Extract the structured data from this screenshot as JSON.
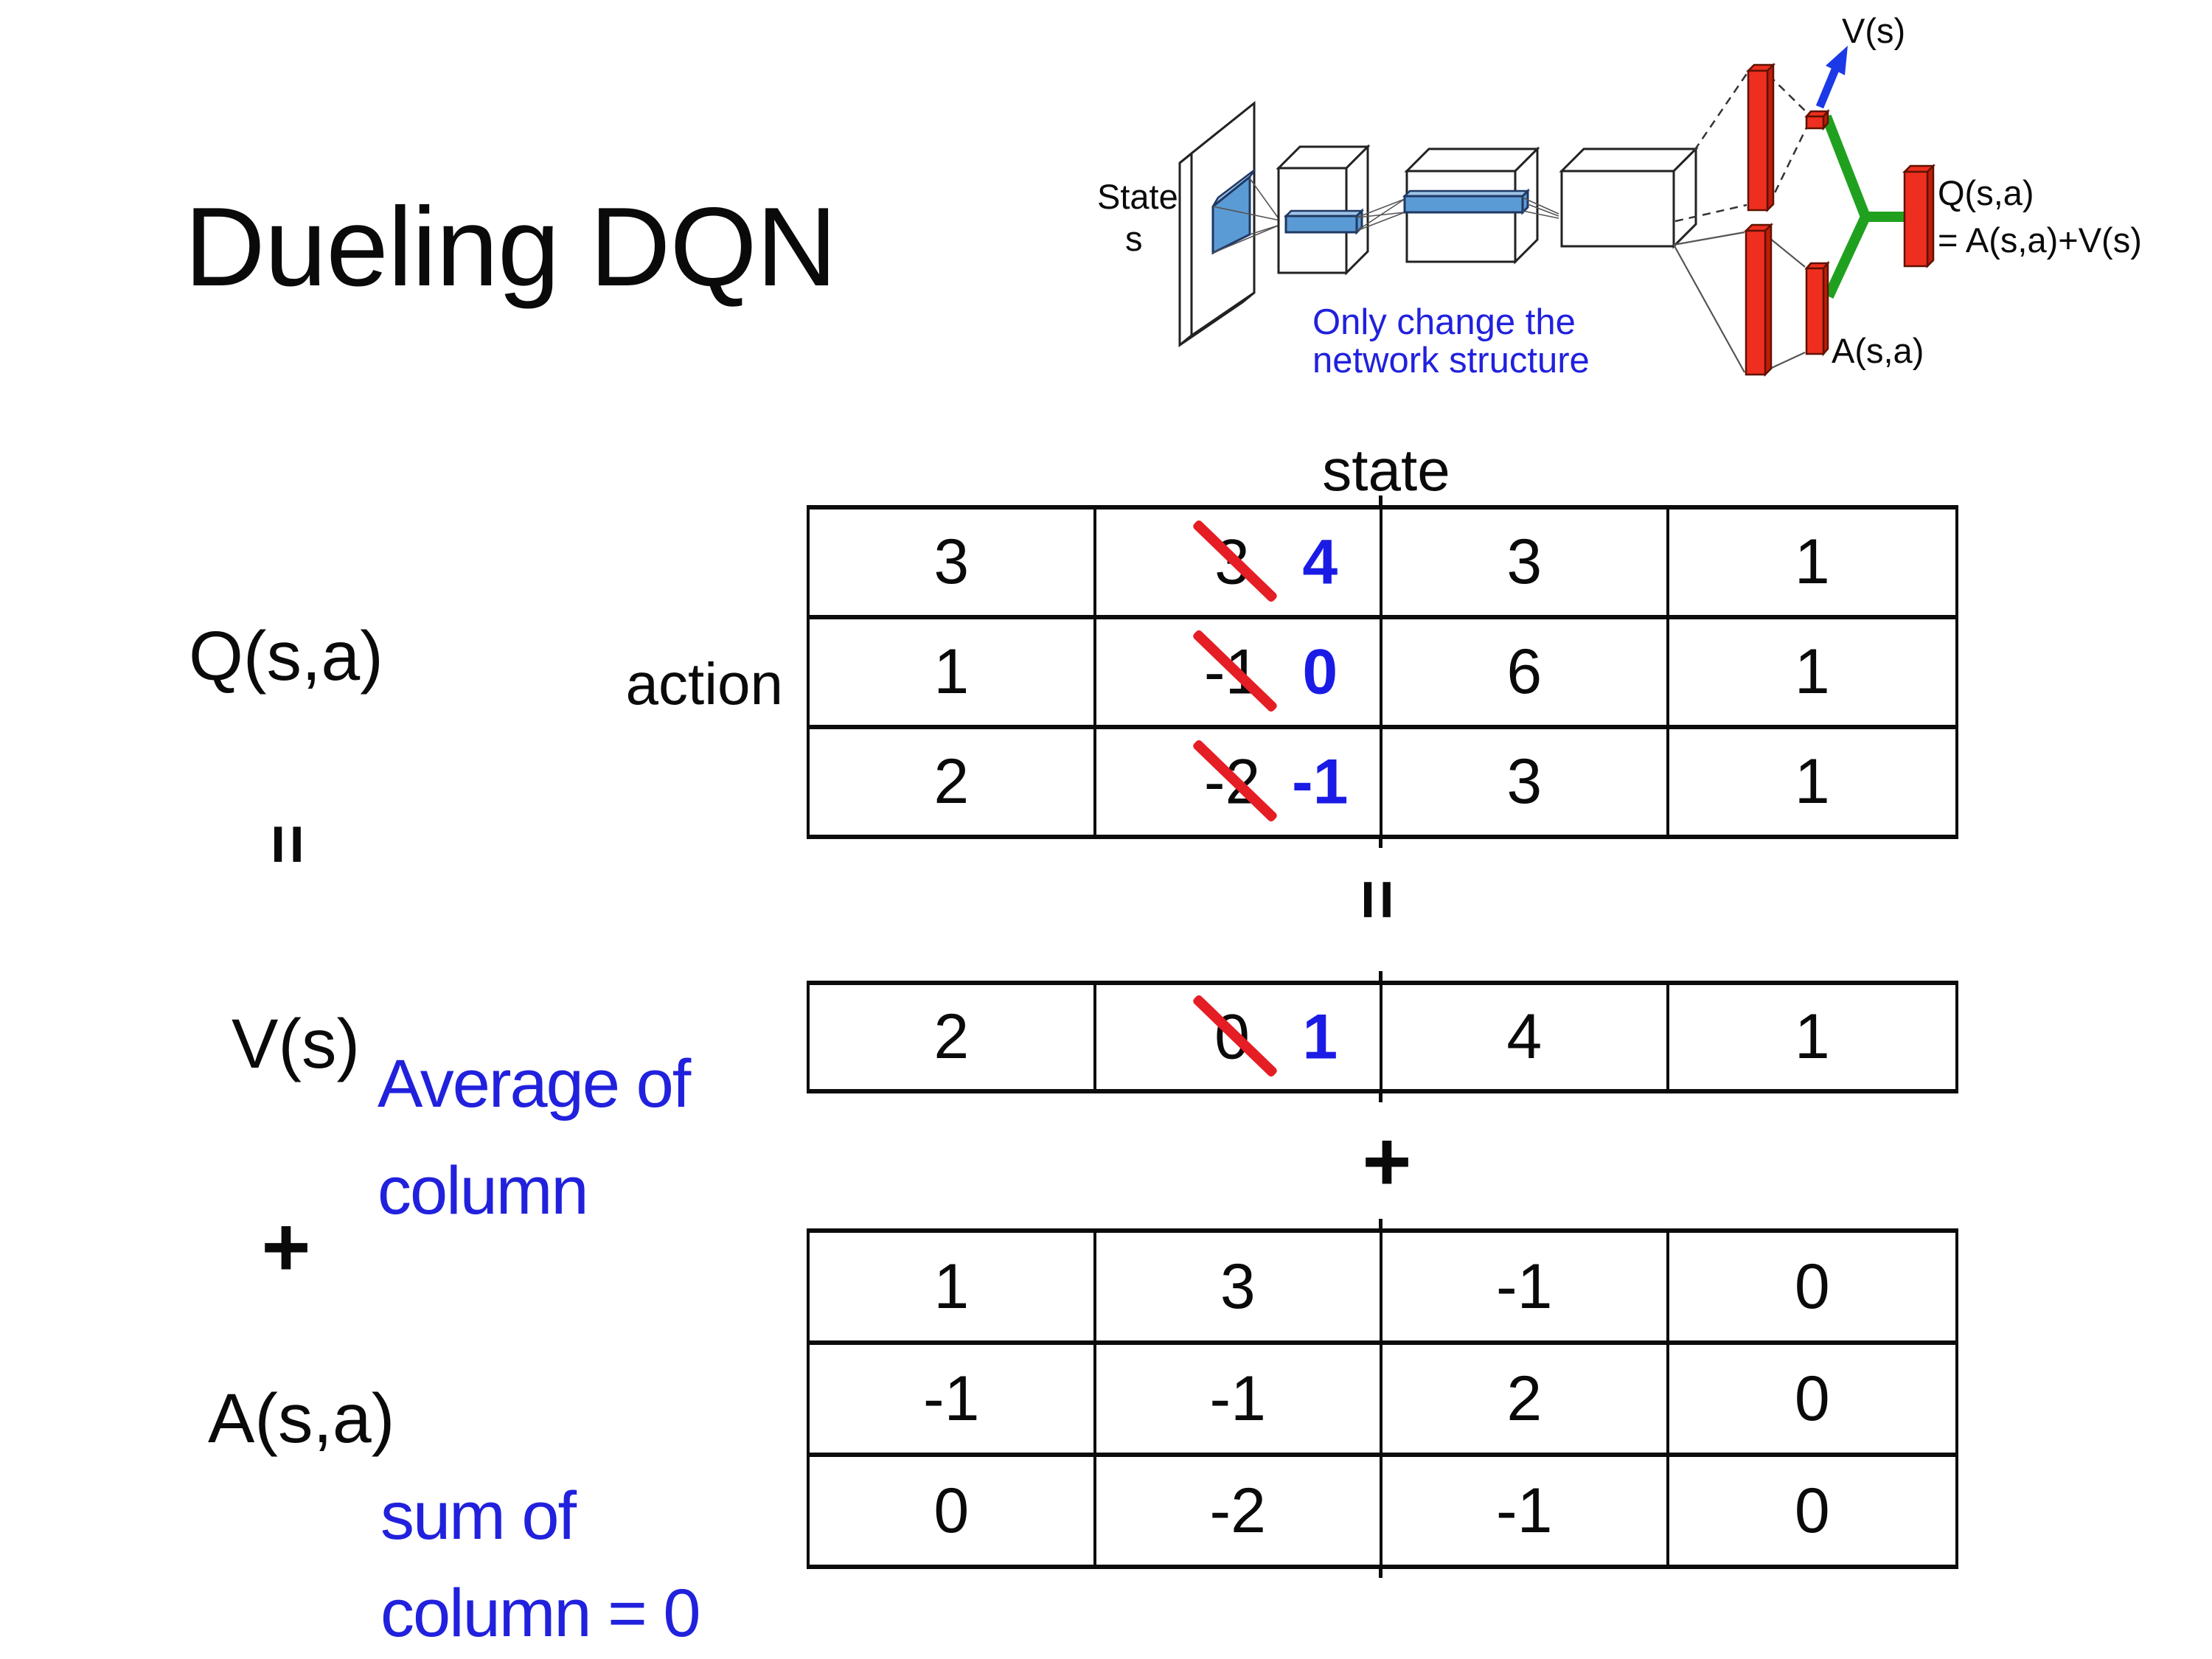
{
  "title": "Dueling DQN",
  "diagram": {
    "state_line1": "State",
    "state_line2": "s",
    "note_line1": "Only change the",
    "note_line2": "network structure",
    "v_output_label": "V(s)",
    "q_output_label_line1": "Q(s,a)",
    "q_output_label_line2": "= A(s,a)+V(s)",
    "a_output_label": "A(s,a)"
  },
  "equation": {
    "q_label": "Q(s,a)",
    "equals": "=",
    "v_label": "V(s)",
    "plus": "+",
    "a_label": "A(s,a)",
    "v_note_line1": "Average of",
    "v_note_line2": "column",
    "a_note_line1": "sum of",
    "a_note_line2": "column = 0"
  },
  "tables": {
    "state_header": "state",
    "action_header": "action",
    "q": {
      "rows": [
        [
          "3",
          {
            "old": "3",
            "new": "4"
          },
          "3",
          "1"
        ],
        [
          "1",
          {
            "old": "-1",
            "new": "0"
          },
          "6",
          "1"
        ],
        [
          "2",
          {
            "old": "-2",
            "new": "-1"
          },
          "3",
          "1"
        ]
      ]
    },
    "v": {
      "rows": [
        [
          "2",
          {
            "old": "0",
            "new": "1"
          },
          "4",
          "1"
        ]
      ]
    },
    "a": {
      "rows": [
        [
          "1",
          "3",
          "-1",
          "0"
        ],
        [
          "-1",
          "-1",
          "2",
          "0"
        ],
        [
          "0",
          "-2",
          "-1",
          "0"
        ]
      ]
    }
  },
  "colors": {
    "blue_note": "#2121dd",
    "blue_value": "#1b1be6",
    "strike_red": "#e51d24",
    "bar_red": "#ee2f1f",
    "bar_red_dark": "#c01d0a",
    "bar_red_stroke": "#5f1200",
    "box_blue": "#5b9bd5",
    "box_blue_light": "#9dc3e6",
    "box_blue_stroke": "#1f3864",
    "green": "#1fa11f",
    "arrow_blue": "#1c39e8"
  }
}
